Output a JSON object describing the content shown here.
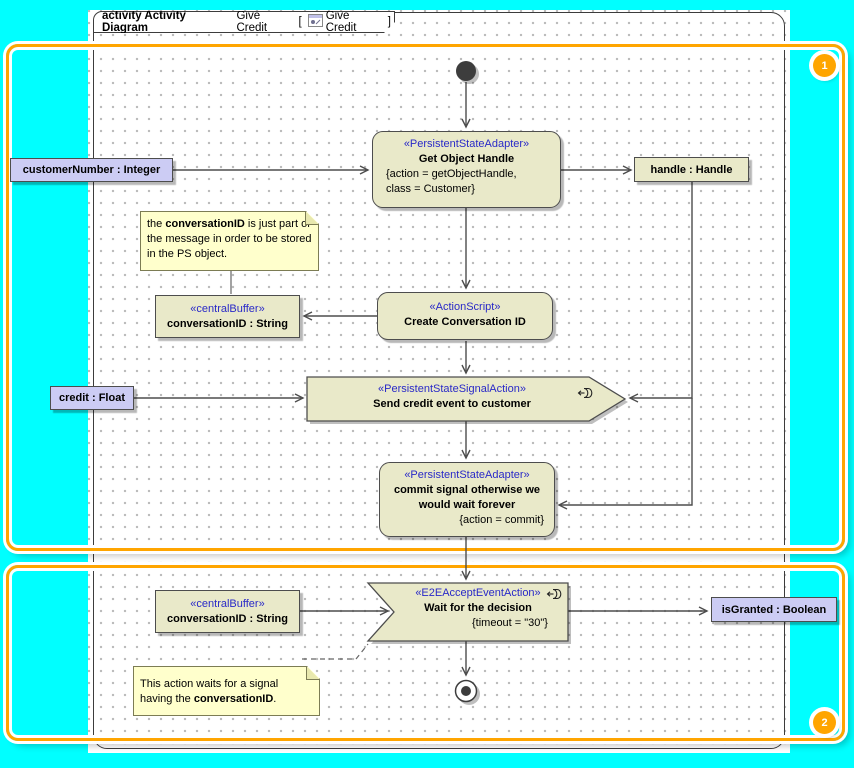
{
  "colors": {
    "background": "#00ffff",
    "frame_orange": "#ffa500",
    "node_fill": "#e9e9c9",
    "object_fill": "#ccccf4",
    "note_fill": "#ffffcc",
    "stereotype_blue": "#2929c8"
  },
  "tab": {
    "kind": "activity Activity Diagram",
    "name": "Give Credit",
    "open_bracket": "[",
    "ref_name": "Give Credit",
    "close_bracket": "]"
  },
  "frames": [
    {
      "number": "1"
    },
    {
      "number": "2"
    }
  ],
  "nodes": {
    "get_handle": {
      "stereotype": "«PersistentStateAdapter»",
      "name": "Get Object Handle",
      "constraint": "{action = getObjectHandle, class = Customer}"
    },
    "customer_number": {
      "label": "customerNumber : Integer"
    },
    "handle": {
      "label": "handle : Handle"
    },
    "buffer1": {
      "stereotype": "«centralBuffer»",
      "label": "conversationID : String"
    },
    "action_script": {
      "stereotype": "«ActionScript»",
      "name": "Create Conversation ID"
    },
    "credit": {
      "label": "credit : Float"
    },
    "send_signal": {
      "stereotype": "«PersistentStateSignalAction»",
      "name": "Send credit event to customer"
    },
    "commit": {
      "stereotype": "«PersistentStateAdapter»",
      "name": "commit signal otherwise we would wait forever",
      "constraint": "{action = commit}"
    },
    "accept_event": {
      "stereotype": "«E2EAcceptEventAction»",
      "name": "Wait for the decision",
      "constraint": "{timeout = \"30\"}"
    },
    "buffer2": {
      "stereotype": "«centralBuffer»",
      "label": "conversationID : String"
    },
    "is_granted": {
      "label": "isGranted : Boolean"
    }
  },
  "notes": {
    "note1": {
      "pre": "the ",
      "bold": "conversationID",
      "post": " is just part of the message in order to be stored in the PS object."
    },
    "note2": {
      "pre": "This action waits for a signal having the ",
      "bold": "conversationID",
      "post": "."
    }
  }
}
